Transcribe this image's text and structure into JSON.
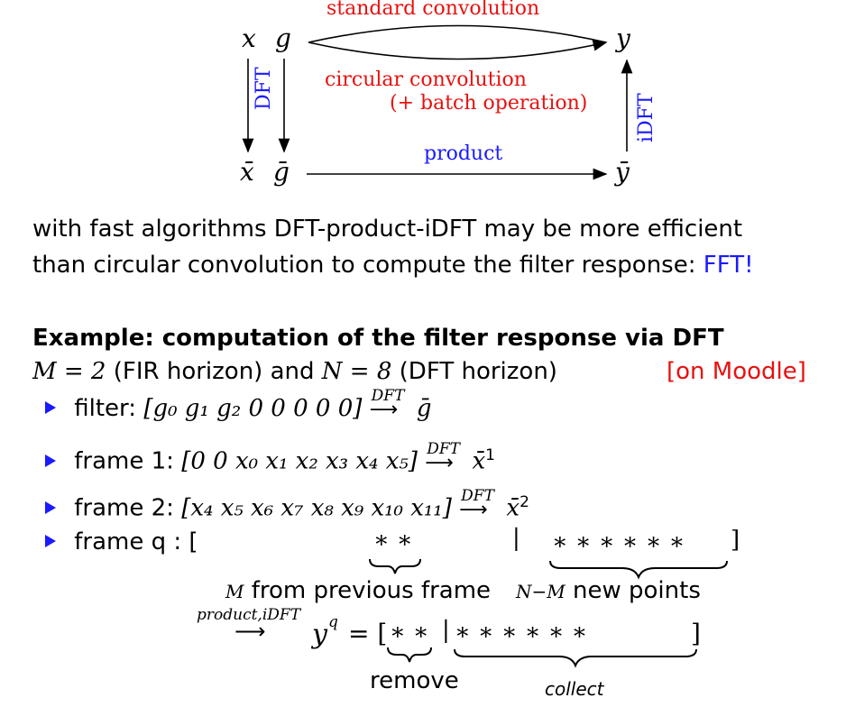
{
  "diagram": {
    "x": "x",
    "g": "g",
    "y": "y",
    "xbar": "x̄",
    "gbar": "ḡ",
    "ybar": "ȳ",
    "standard": "standard convolution",
    "circular": "circular convolution",
    "batch": "(+ batch operation)",
    "dft": "DFT",
    "idft": "iDFT",
    "product": "product",
    "colors": {
      "red": "#e8110f",
      "blue": "#1a1aff"
    }
  },
  "text": {
    "line1": "with fast algorithms DFT-product-iDFT may be more efficient",
    "line2a": "than circular convolution to compute the filter response:",
    "fft": "FFT!"
  },
  "example": {
    "title": "Example: computation of the filter response via DFT",
    "m_eq": "M = 2",
    "m_desc": "(FIR horizon) and",
    "n_eq": "N = 8",
    "n_desc": "(DFT horizon)",
    "moodle": "[on Moodle]"
  },
  "bullets": {
    "filter_label": "filter:",
    "filter_vec": "[g₀ g₁ g₂ 0 0 0 0 0]",
    "frame1_label": "frame 1:",
    "frame1_vec": "[0 0 x₀ x₁ x₂ x₃ x₄ x₅]",
    "frame2_label": "frame 2:",
    "frame2_vec": "[x₄ x₅ x₆ x₇ x₈ x₉ x₁₀ x₁₁]",
    "frameq_label": "frame q : [",
    "arrow_dft": "DFT",
    "gbar": "ḡ",
    "xbar1": "x̄",
    "sup1": "1",
    "sup2": "2"
  },
  "frameq": {
    "stars_prev": "∗ ∗",
    "bar": "|",
    "stars_new": "∗  ∗  ∗  ∗  ∗  ∗",
    "close": "]",
    "prev_label_m": "M",
    "prev_label": "from previous frame",
    "new_label_nm": "N−M",
    "new_label": "new points"
  },
  "result": {
    "arrow_label": "product,iDFT",
    "yq": "y",
    "q": "q",
    "eq": "= [",
    "stars_remove": "∗ ∗",
    "bar": "|",
    "stars_collect": "∗  ∗  ∗  ∗  ∗  ∗",
    "close": "]",
    "remove": "remove",
    "collect": "collect"
  }
}
